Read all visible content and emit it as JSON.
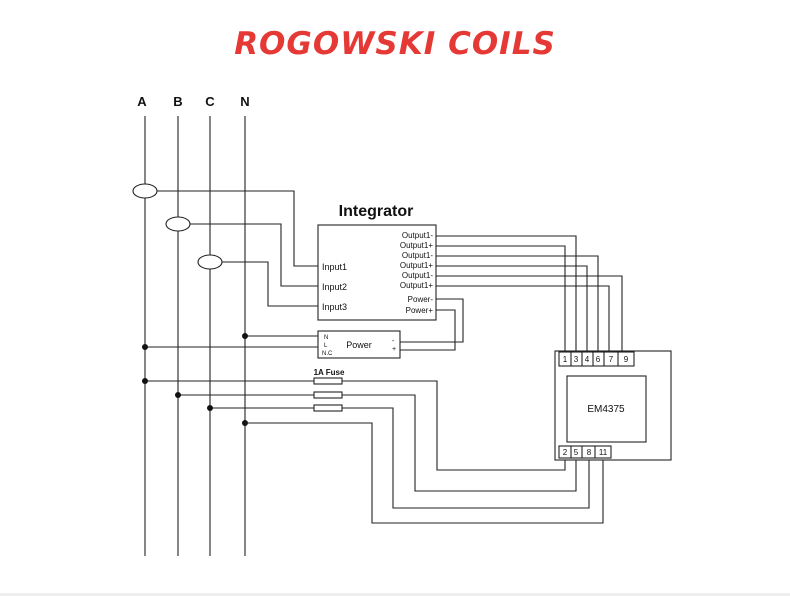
{
  "title": "ROGOWSKI COILS",
  "phases": [
    "A",
    "B",
    "C",
    "N"
  ],
  "integrator": {
    "name": "Integrator",
    "inputs": [
      "Input1",
      "Input2",
      "Input3"
    ],
    "outputs": [
      "Output1-",
      "Output1+",
      "Output1-",
      "Output1+",
      "Output1-",
      "Output1+"
    ],
    "power_terminals": [
      "Power-",
      "Power+"
    ]
  },
  "power_supply": {
    "label": "Power",
    "inputs": [
      "N",
      "L",
      "N.C"
    ],
    "outputs": [
      "-",
      "+"
    ]
  },
  "fuse_label": "1A Fuse",
  "meter": {
    "model": "EM4375",
    "top_terminals": [
      "1",
      "3",
      "4",
      "6",
      "7",
      "9"
    ],
    "bottom_terminals": [
      "2",
      "5",
      "8",
      "11"
    ]
  },
  "colors": {
    "title": "#e53935",
    "lines": "#222222"
  }
}
